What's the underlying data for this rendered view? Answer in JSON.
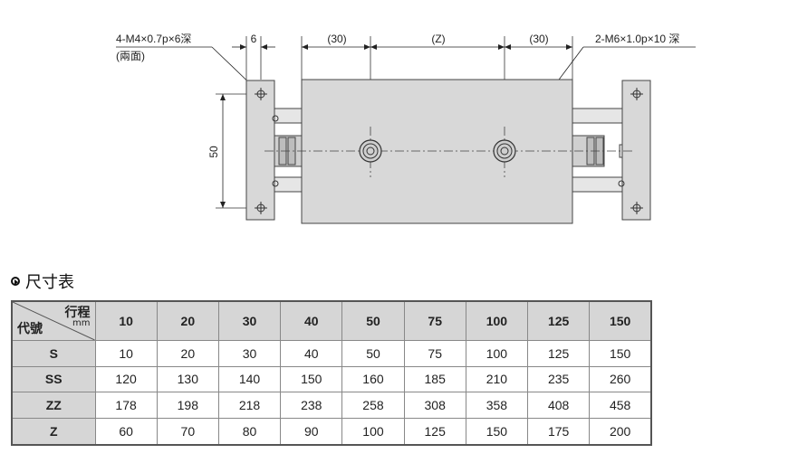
{
  "drawing": {
    "annotations": {
      "left_tap": "4-M4×0.7p×6深",
      "left_tap_note": "(兩面)",
      "right_tap": "2-M6×1.0p×10 深",
      "dim_6": "6",
      "dim_30_left": "(30)",
      "dim_z": "(Z)",
      "dim_30_right": "(30)",
      "dim_50": "50"
    }
  },
  "table": {
    "title": "尺寸表",
    "corner": {
      "stroke": "行程",
      "unit": "mm",
      "code": "代號"
    },
    "columns": [
      "10",
      "20",
      "30",
      "40",
      "50",
      "75",
      "100",
      "125",
      "150"
    ],
    "rows": [
      {
        "code": "S",
        "values": [
          "10",
          "20",
          "30",
          "40",
          "50",
          "75",
          "100",
          "125",
          "150"
        ]
      },
      {
        "code": "SS",
        "values": [
          "120",
          "130",
          "140",
          "150",
          "160",
          "185",
          "210",
          "235",
          "260"
        ]
      },
      {
        "code": "ZZ",
        "values": [
          "178",
          "198",
          "218",
          "238",
          "258",
          "308",
          "358",
          "408",
          "458"
        ]
      },
      {
        "code": "Z",
        "values": [
          "60",
          "70",
          "80",
          "90",
          "100",
          "125",
          "150",
          "175",
          "200"
        ]
      }
    ]
  }
}
